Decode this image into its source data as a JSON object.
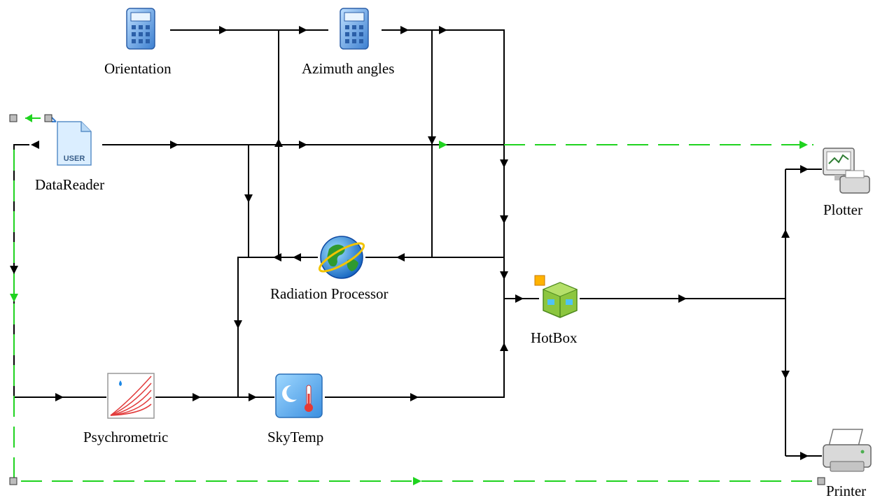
{
  "diagram": {
    "components": [
      {
        "id": "orientation",
        "label": "Orientation",
        "icon": "calculator-icon"
      },
      {
        "id": "azimuth",
        "label": "Azimuth angles",
        "icon": "calculator-icon"
      },
      {
        "id": "datareader",
        "label": "DataReader",
        "icon": "user-data-file-icon",
        "icon_text": "USER"
      },
      {
        "id": "radiation",
        "label": "Radiation Processor",
        "icon": "globe-icon"
      },
      {
        "id": "psychrometric",
        "label": "Psychrometric",
        "icon": "psychrometric-chart-icon"
      },
      {
        "id": "skytemp",
        "label": "SkyTemp",
        "icon": "sky-temperature-icon"
      },
      {
        "id": "hotbox",
        "label": "HotBox",
        "icon": "hotbox-cube-icon"
      },
      {
        "id": "plotter",
        "label": "Plotter",
        "icon": "plotter-monitor-icon"
      },
      {
        "id": "printer",
        "label": "Printer",
        "icon": "printer-icon"
      }
    ],
    "colors": {
      "wire": "#000000",
      "control_link": "#1fd31f",
      "calculator_blue": "#4f8fd6",
      "globe_green": "#2f9a2f",
      "hotbox_green": "#8cc63f"
    }
  }
}
